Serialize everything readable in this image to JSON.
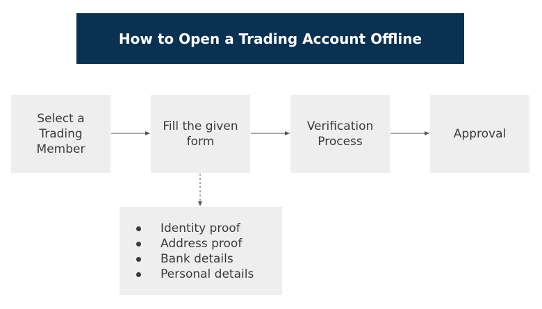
{
  "title": "How to Open a Trading Account Offline",
  "steps": [
    {
      "label": "Select a\nTrading\nMember"
    },
    {
      "label": "Fill the given\nform"
    },
    {
      "label": "Verification\nProcess"
    },
    {
      "label": "Approval"
    }
  ],
  "documents": [
    "Identity proof",
    "Address proof",
    "Bank details",
    "Personal details"
  ],
  "colors": {
    "banner": "#0b3152",
    "box": "#eeeeee",
    "text": "#3a3a3a",
    "arrow": "#555555"
  }
}
